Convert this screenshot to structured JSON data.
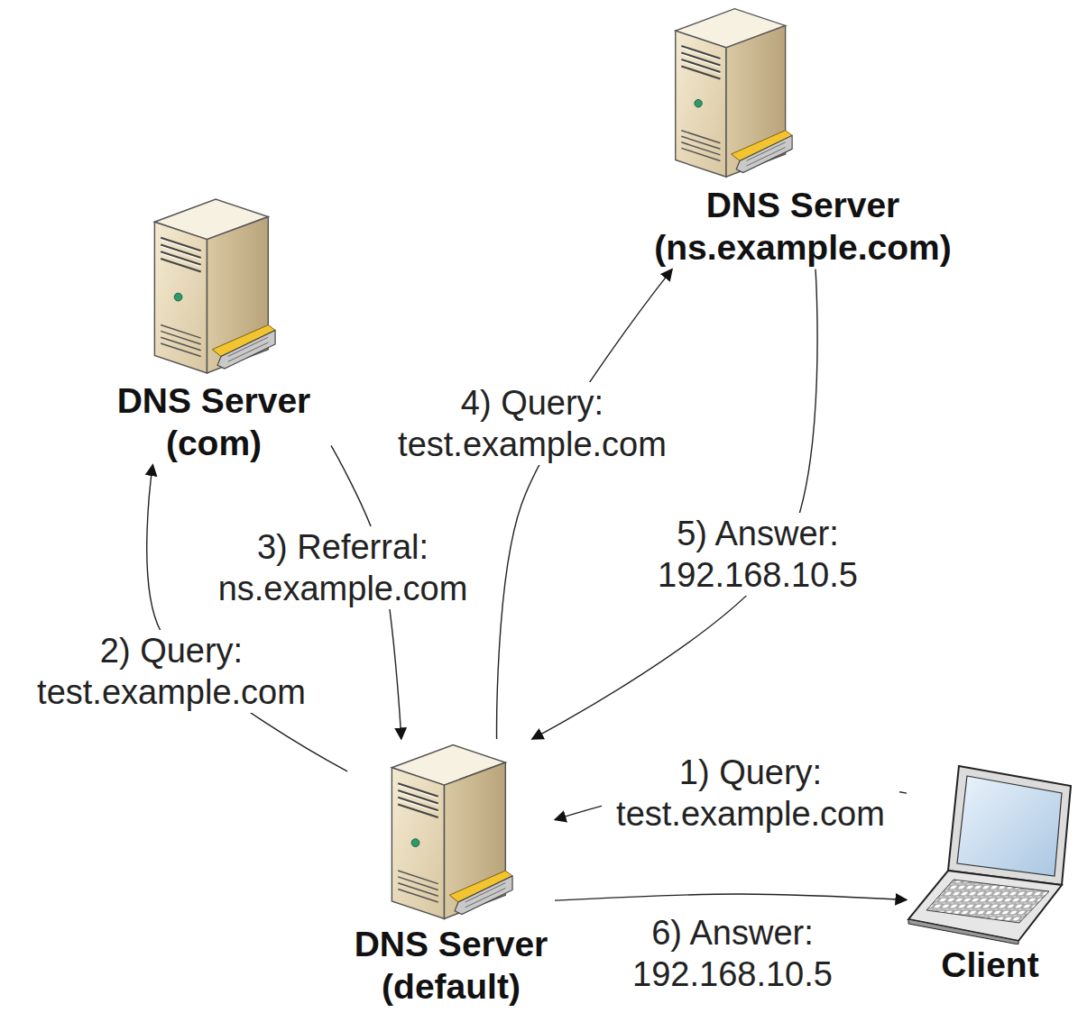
{
  "diagram": {
    "nodes": [
      {
        "text": [
          "DNS Server (ns.example.com)"
        ]
      },
      {
        "text": [
          "DNS Server (com)"
        ]
      },
      {
        "text": [
          "DNS Server (default)"
        ]
      },
      {
        "text": [
          "Client"
        ]
      }
    ],
    "edges": [
      {
        "from": 3,
        "to": 2,
        "label": "1) Query: test.example.com",
        "arrow": "to"
      },
      {
        "from": 2,
        "to": 1,
        "label": "2) Query: test.example.com",
        "arrow": "to"
      },
      {
        "from": 1,
        "to": 2,
        "label": "3) Referral: ns.example.com",
        "arrow": "to"
      },
      {
        "from": 2,
        "to": 0,
        "label": "4) Query: test.example.com",
        "arrow": "to"
      },
      {
        "from": 0,
        "to": 2,
        "label": "5) Answer: 192.168.10.5",
        "arrow": "to"
      },
      {
        "from": 2,
        "to": 3,
        "label": "6) Answer: 192.168.10.5",
        "arrow": "to"
      }
    ]
  }
}
